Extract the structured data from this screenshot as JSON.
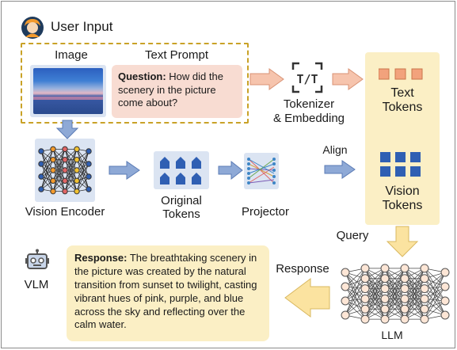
{
  "user_input": {
    "title": "User Input"
  },
  "image": {
    "label": "Image"
  },
  "text_prompt": {
    "label": "Text Prompt",
    "question_label": "Question:",
    "question_text": "How did the scenery in the picture come about?"
  },
  "tokenizer": {
    "label_line1": "Tokenizer",
    "label_line2": "& Embedding",
    "icon_text": "T/T"
  },
  "text_tokens": {
    "label_line1": "Text",
    "label_line2": "Tokens"
  },
  "vision_tokens": {
    "label_line1": "Vision",
    "label_line2": "Tokens"
  },
  "vision_encoder": {
    "label": "Vision Encoder"
  },
  "original_tokens": {
    "label_line1": "Original",
    "label_line2": "Tokens"
  },
  "projector": {
    "label": "Projector"
  },
  "align": {
    "label": "Align"
  },
  "query": {
    "label": "Query"
  },
  "response_arrow": {
    "label": "Response"
  },
  "llm": {
    "label": "LLM"
  },
  "vlm": {
    "label": "VLM"
  },
  "response": {
    "label": "Response:",
    "text": "The breathtaking scenery in the picture was created by the natural transition from sunset to twilight, casting vibrant hues of pink, purple, and blue across the sky and reflecting over the calm water."
  },
  "colors": {
    "dashed_border": "#c9a227",
    "prompt_bg": "#f8dcd2",
    "token_panel": "#fbefc5",
    "text_token": "#f2a27c",
    "vision_token": "#2f5fb3",
    "arrow_orange": "#f6c4ad",
    "arrow_blue": "#8ea9d6",
    "arrow_yellow": "#fbe3a0",
    "node_fill": "#fde6d6"
  }
}
